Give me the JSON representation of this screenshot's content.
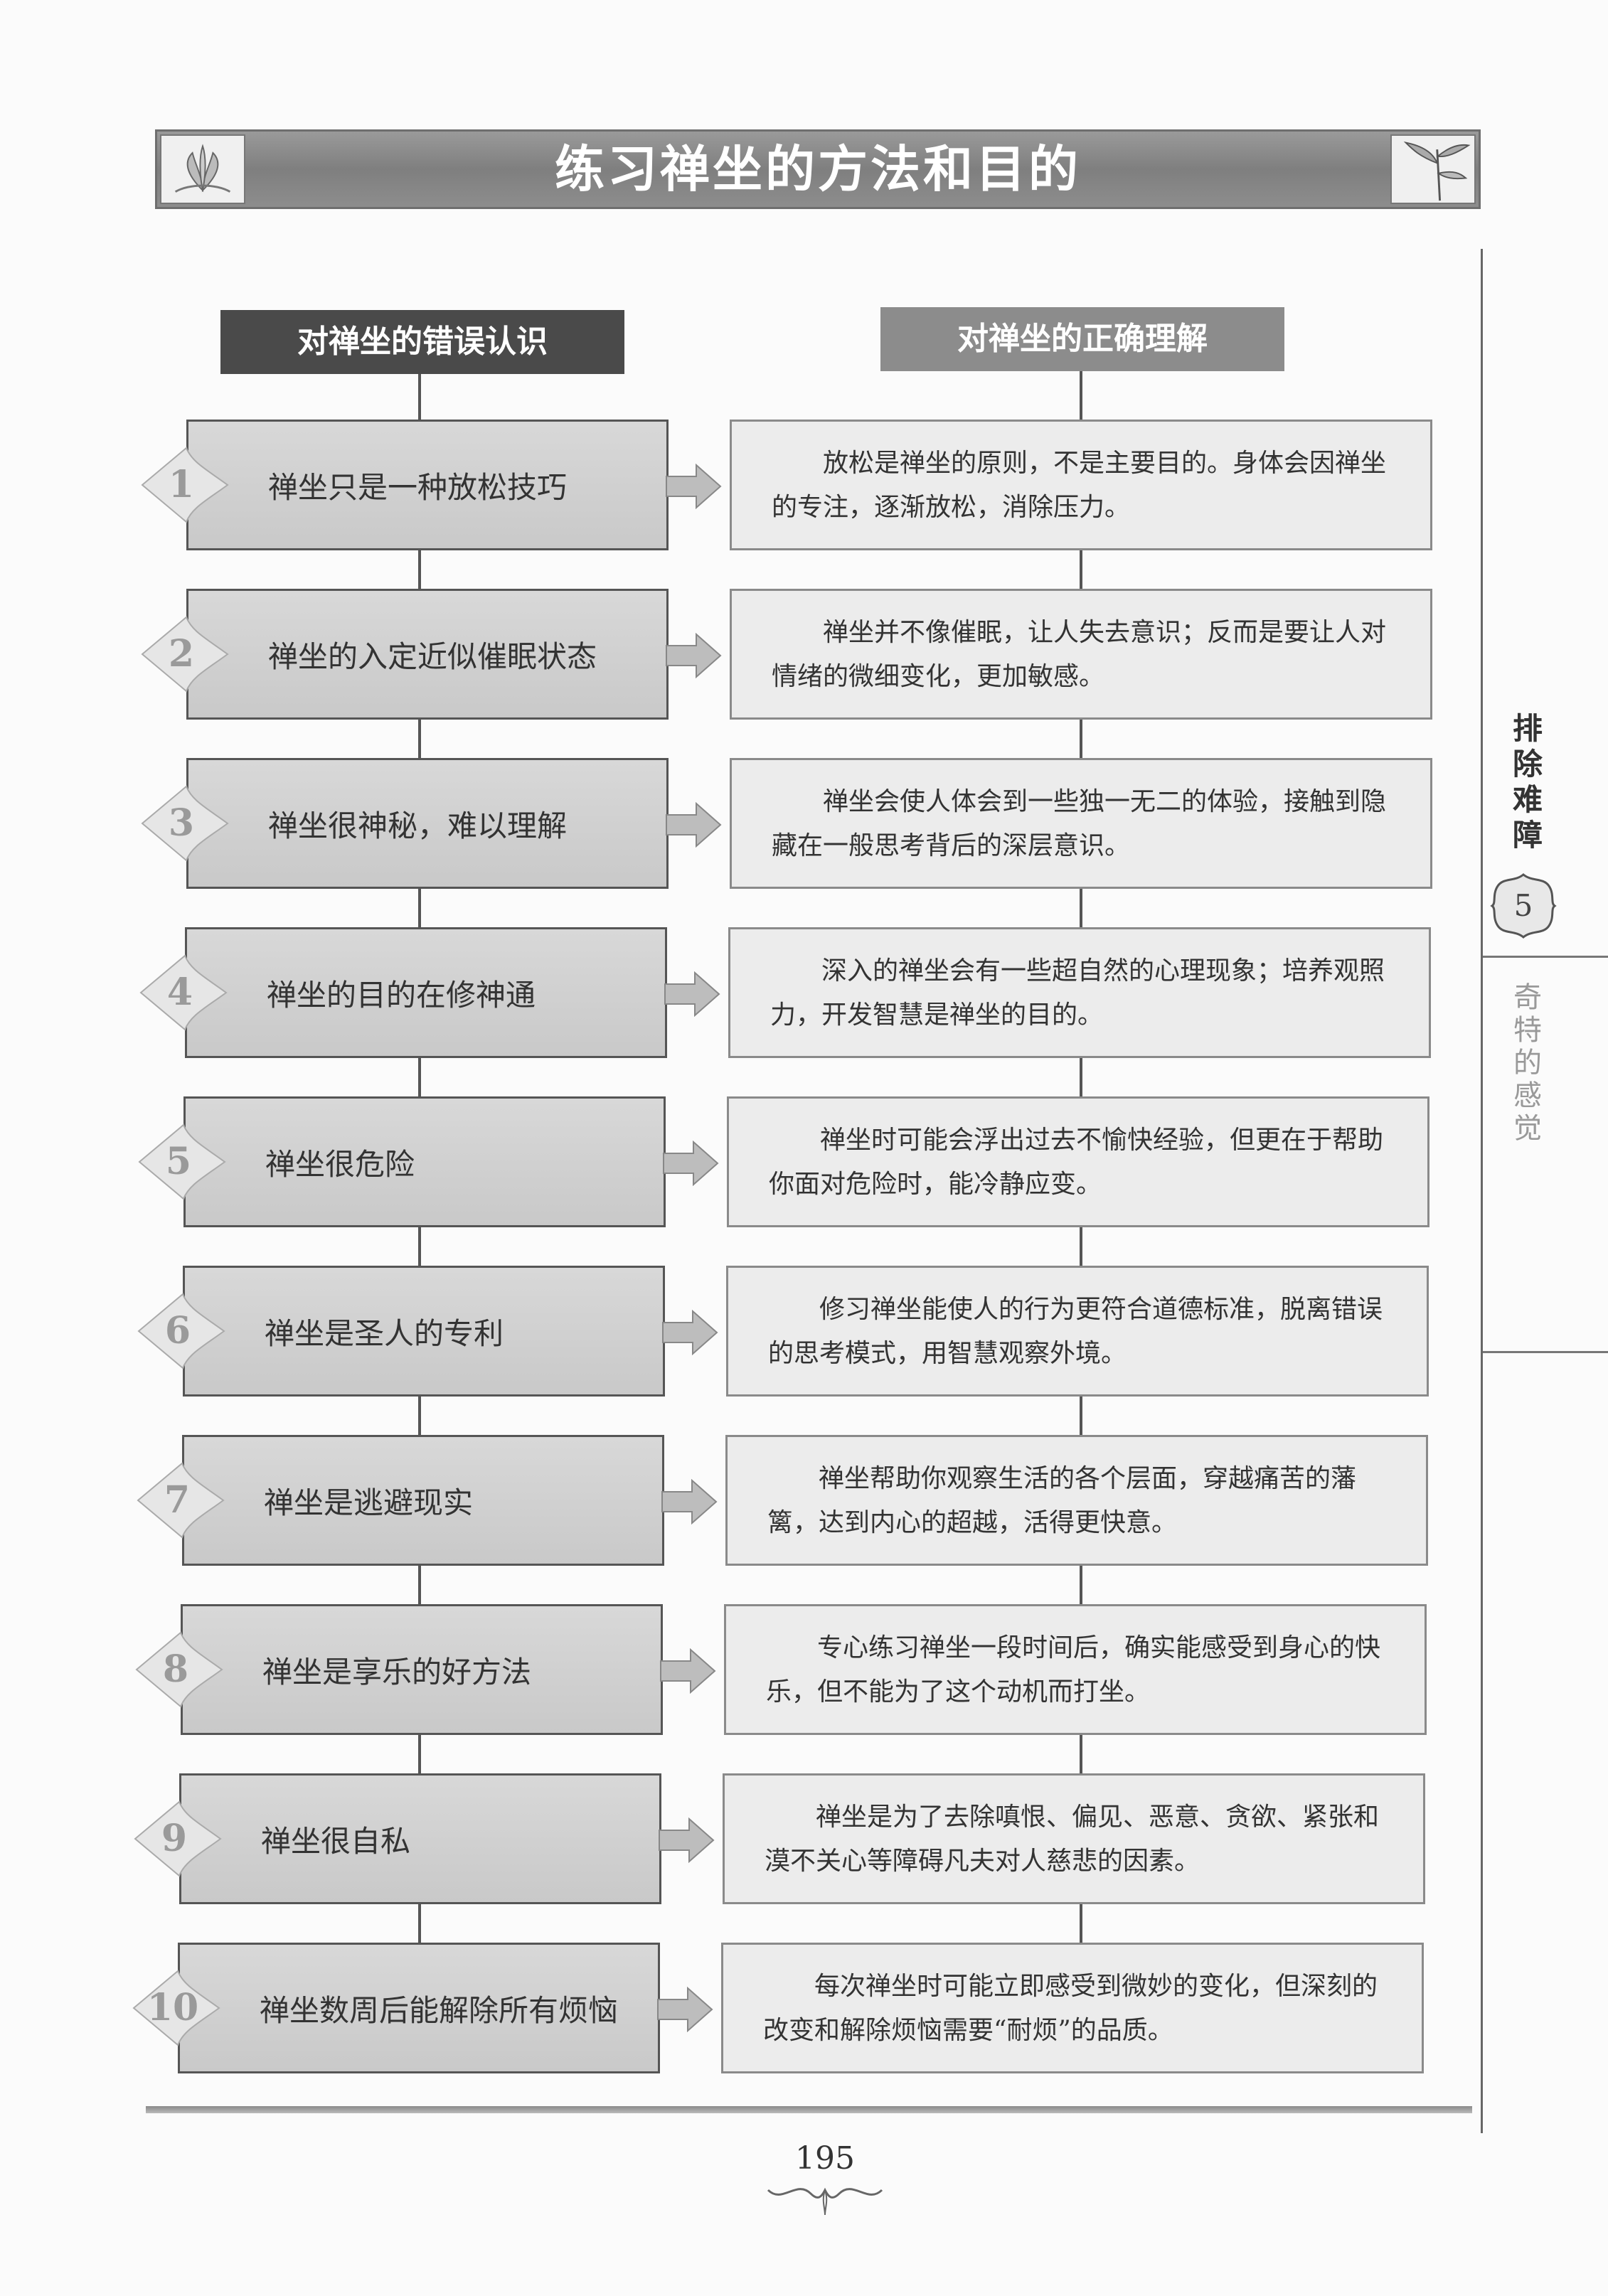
{
  "title": "练习禅坐的方法和目的",
  "headers": {
    "wrong": "对禅坐的错误认识",
    "right": "对禅坐的正确理解"
  },
  "rows": [
    {
      "num": "1",
      "wrong": "禅坐只是一种放松技巧",
      "right": "放松是禅坐的原则，不是主要目的。身体会因禅坐的专注，逐渐放松，消除压力。"
    },
    {
      "num": "2",
      "wrong": "禅坐的入定近似催眠状态",
      "right": "禅坐并不像催眠，让人失去意识；反而是要让人对情绪的微细变化，更加敏感。"
    },
    {
      "num": "3",
      "wrong": "禅坐很神秘，难以理解",
      "right": "禅坐会使人体会到一些独一无二的体验，接触到隐藏在一般思考背后的深层意识。"
    },
    {
      "num": "4",
      "wrong": "禅坐的目的在修神通",
      "right": "深入的禅坐会有一些超自然的心理现象；培养观照力，开发智慧是禅坐的目的。"
    },
    {
      "num": "5",
      "wrong": "禅坐很危险",
      "right": "禅坐时可能会浮出过去不愉快经验，但更在于帮助你面对危险时，能冷静应变。"
    },
    {
      "num": "6",
      "wrong": "禅坐是圣人的专利",
      "right": "修习禅坐能使人的行为更符合道德标准，脱离错误的思考模式，用智慧观察外境。"
    },
    {
      "num": "7",
      "wrong": "禅坐是逃避现实",
      "right": "禅坐帮助你观察生活的各个层面，穿越痛苦的藩篱，达到内心的超越，活得更快意。"
    },
    {
      "num": "8",
      "wrong": "禅坐是享乐的好方法",
      "right": "专心练习禅坐一段时间后，确实能感受到身心的快乐，但不能为了这个动机而打坐。"
    },
    {
      "num": "9",
      "wrong": "禅坐很自私",
      "right": "禅坐是为了去除嗔恨、偏见、恶意、贪欲、紧张和漠不关心等障碍凡夫对人慈悲的因素。"
    },
    {
      "num": "10",
      "wrong": "禅坐数周后能解除所有烦恼",
      "right": "每次禅坐时可能立即感受到微妙的变化，但深刻的改变和解除烦恼需要“耐烦”的品质。"
    }
  ],
  "side": {
    "chapter": "排除难障",
    "chapter_num": "5",
    "section": "奇特的感觉"
  },
  "page_number": "195"
}
